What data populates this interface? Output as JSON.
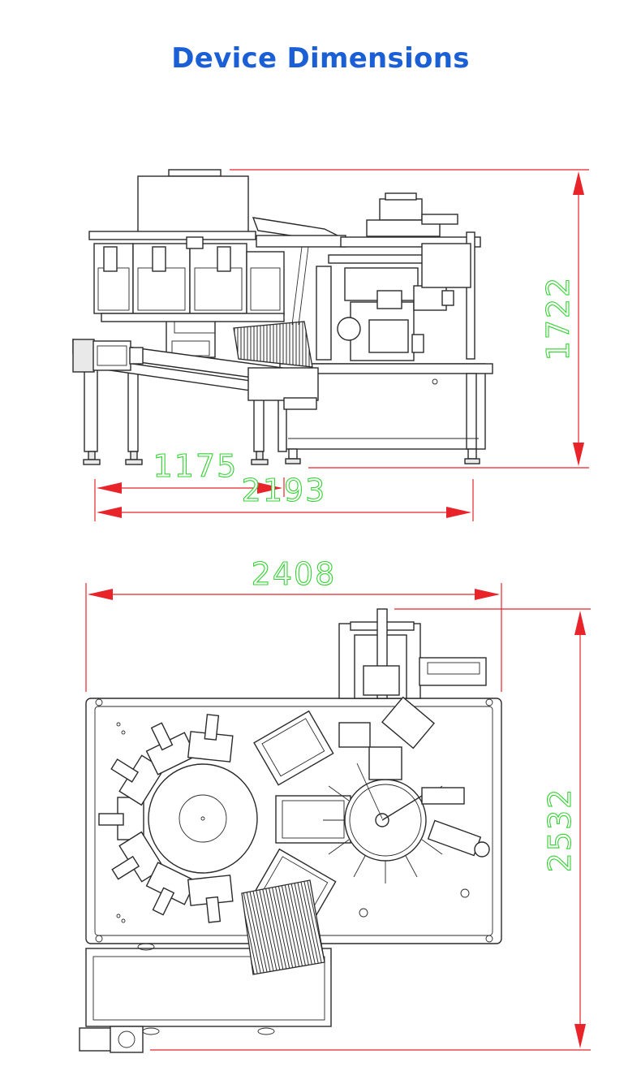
{
  "page": {
    "title": "Device Dimensions",
    "accent_color": "#1a5fd6",
    "dimension_line_color": "#e8232a",
    "dimension_text_color": "#35d235"
  },
  "side_view": {
    "height_label": "1722",
    "conveyor_length_label": "1175",
    "total_length_label": "2193"
  },
  "top_view": {
    "width_label": "2408",
    "depth_label": "2532"
  }
}
